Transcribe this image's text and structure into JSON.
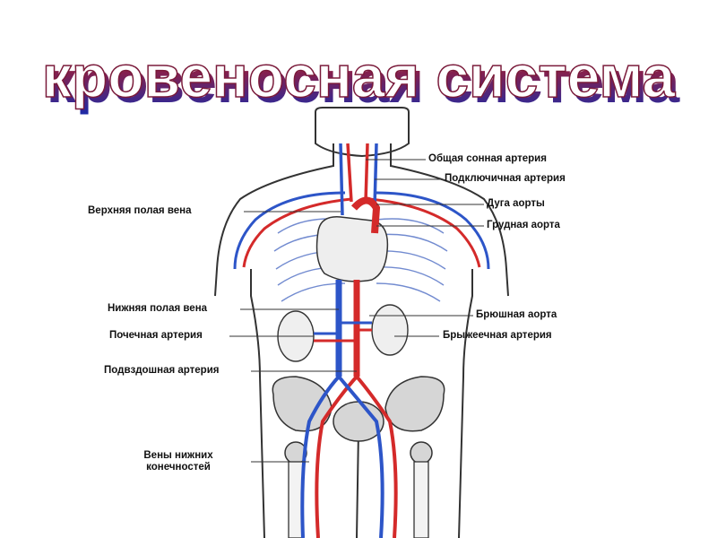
{
  "title": "кровеносная система",
  "colors": {
    "artery": "#d42a2a",
    "vein": "#2d55c8",
    "outline": "#333333",
    "bone": "#bdbdbd",
    "title_fill": "#ffffff",
    "title_red": "#c11b1b",
    "title_blue": "#1b2aa8"
  },
  "labels": {
    "common_carotid": "Общая сонная артерия",
    "subclavian": "Подключичная артерия",
    "aortic_arch": "Дуга аорты",
    "thoracic_aorta": "Грудная аорта",
    "superior_vena_cava": "Верхняя полая вена",
    "inferior_vena_cava": "Нижняя полая вена",
    "abdominal_aorta": "Брюшная аорта",
    "renal_artery": "Почечная артерия",
    "mesenteric_artery": "Брыжеечная артерия",
    "iliac_artery": "Подвздошная артерия",
    "leg_veins": "Вены нижних конечностей"
  }
}
